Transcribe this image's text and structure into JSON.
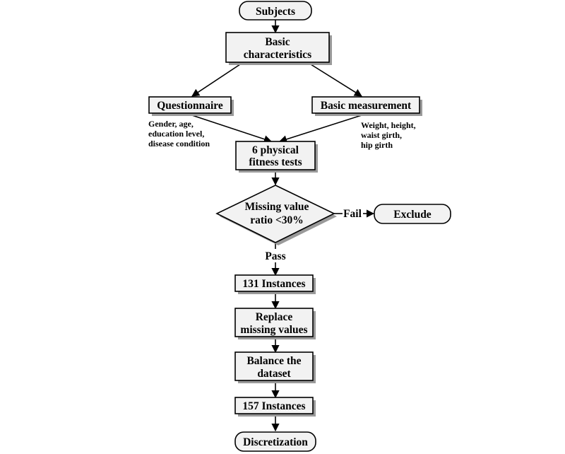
{
  "nodes": {
    "subjects": "Subjects",
    "basic_characteristics": [
      "Basic",
      "characteristics"
    ],
    "questionnaire": "Questionnaire",
    "basic_measurement": "Basic measurement",
    "fitness_tests": [
      "6 physical",
      "fitness tests"
    ],
    "missing_ratio": [
      "Missing value",
      "ratio <30%"
    ],
    "exclude": "Exclude",
    "instances_131": "131 Instances",
    "replace_missing": [
      "Replace",
      "missing values"
    ],
    "balance_dataset": [
      "Balance the",
      "dataset"
    ],
    "instances_157": "157 Instances",
    "discretization": "Discretization"
  },
  "notes": {
    "questionnaire_items": [
      "Gender, age,",
      "education level,",
      "disease condition"
    ],
    "measurement_items": [
      "Weight, height,",
      "waist girth,",
      "hip girth"
    ]
  },
  "edges": {
    "fail": "Fail",
    "pass": "Pass"
  }
}
